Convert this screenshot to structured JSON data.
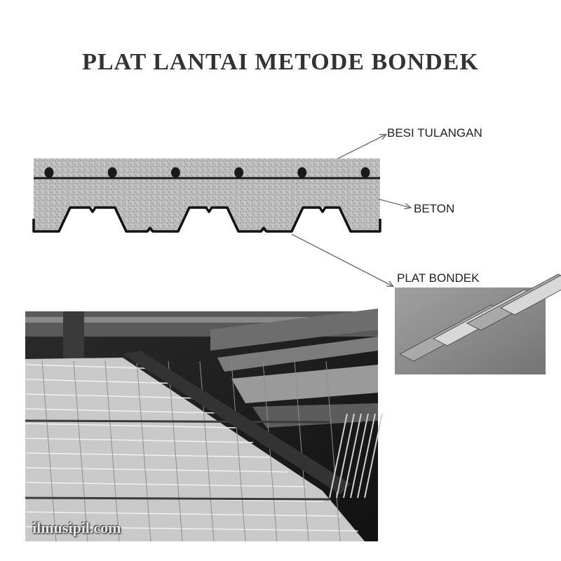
{
  "title": "PLAT LANTAI METODE BONDEK",
  "labels": {
    "besi_tulangan": "BESI TULANGAN",
    "beton": "BETON",
    "plat_bondek": "PLAT BONDEK"
  },
  "watermark": "ilmusipil.com",
  "colors": {
    "title": "#333333",
    "concrete": "#b9b9b9",
    "line": "#1a1a1a",
    "arrow": "#6e6e6e"
  },
  "rebar_count": 6,
  "rib_count": 3
}
